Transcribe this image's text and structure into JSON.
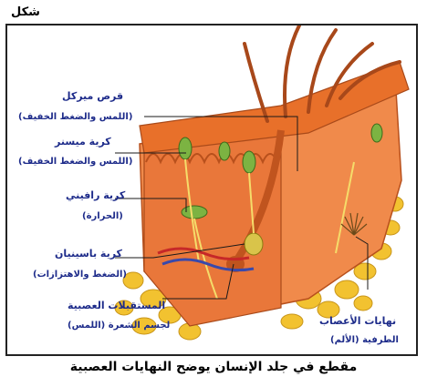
{
  "figure_label": "شكل",
  "caption": "مقطع في جلد الإنسان يوضح النهايات العصبية",
  "labels": {
    "merkel_title": "قرص ميركل",
    "merkel_sub": "(اللمس والضغط الخفيف)",
    "meissner_title": "كرية ميسنر",
    "meissner_sub": "(اللمس والضغط الخفيف)",
    "ruffini_title": "كرية رافيني",
    "ruffini_sub": "(الحرارة)",
    "pacinian_title": "كرية باسينيان",
    "pacinian_sub": "(الضغط والاهتزازات)",
    "hair_title": "المستقبلات العصبية",
    "hair_sub": "لجسم الشعرة (اللمس)",
    "free_title": "نهايات الأعصاب",
    "free_sub": "الطرفية (الألم)"
  },
  "colors": {
    "label_text": "#1d2b8a",
    "leader_line": "#1a1a1a",
    "epidermis": "#e8702a",
    "dermis": "#f08a4b",
    "fat": "#f2c230",
    "corpuscle": "#7cb342"
  }
}
